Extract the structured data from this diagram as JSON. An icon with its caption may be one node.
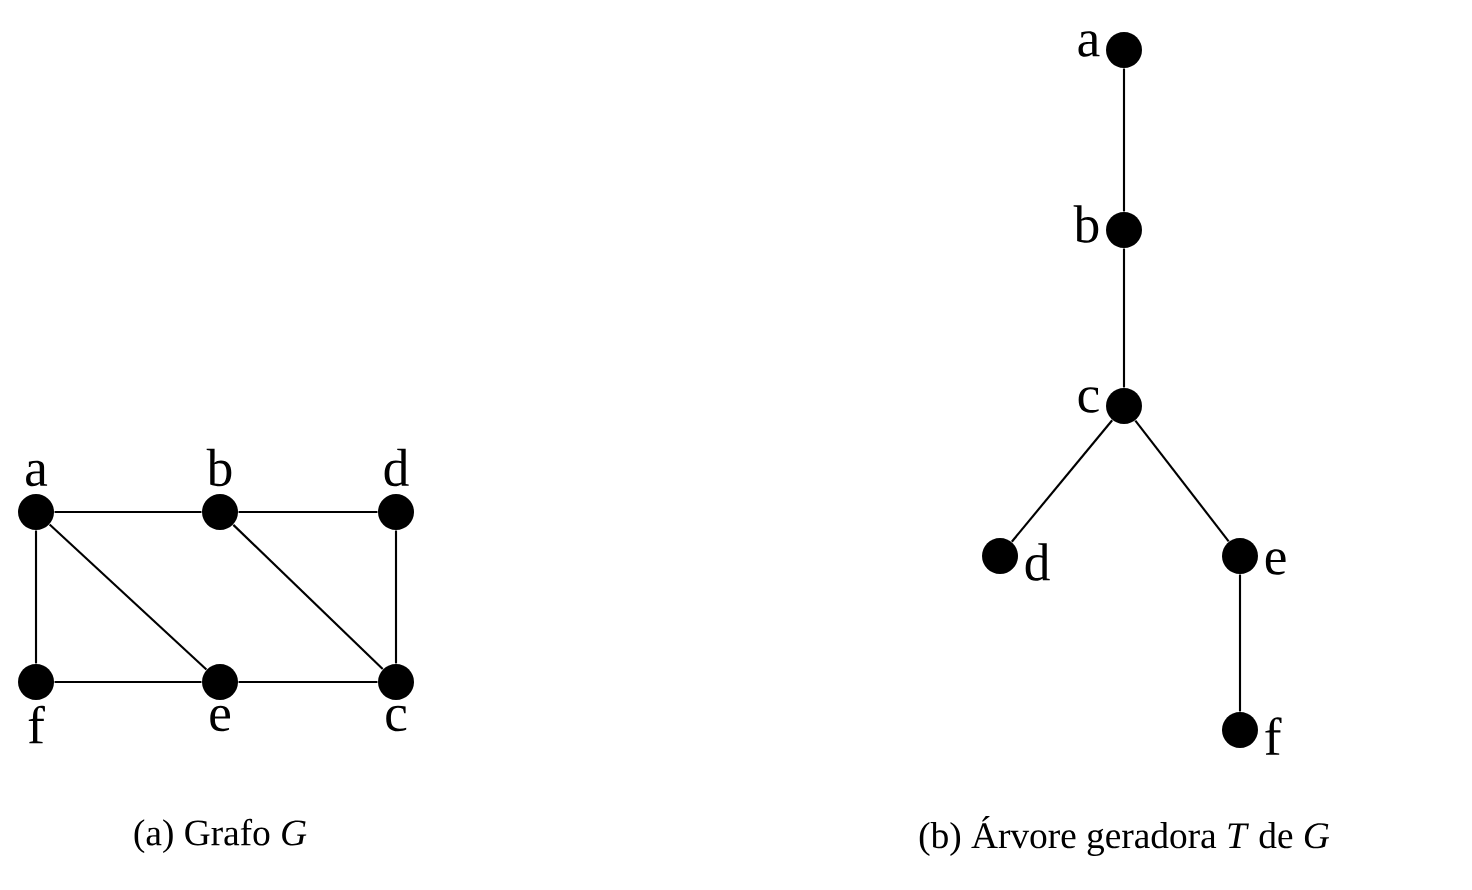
{
  "diagram": {
    "nodes": [
      {
        "text": [],
        "shape": "circle",
        "beside": [
          "a"
        ]
      },
      {
        "text": [],
        "shape": "circle",
        "beside": [
          "b"
        ]
      },
      {
        "text": [],
        "shape": "circle",
        "beside": [
          "d"
        ]
      },
      {
        "text": [],
        "shape": "circle",
        "beside": [
          "f"
        ]
      },
      {
        "text": [],
        "shape": "circle",
        "beside": [
          "e"
        ]
      },
      {
        "text": [],
        "shape": "circle",
        "beside": [
          "c"
        ]
      },
      {
        "text": [],
        "shape": "circle",
        "beside": [
          "a"
        ]
      },
      {
        "text": [],
        "shape": "circle",
        "beside": [
          "b"
        ]
      },
      {
        "text": [],
        "shape": "circle",
        "beside": [
          "c"
        ]
      },
      {
        "text": [],
        "shape": "circle",
        "beside": [
          "d"
        ]
      },
      {
        "text": [],
        "shape": "circle",
        "beside": [
          "e"
        ]
      },
      {
        "text": [],
        "shape": "circle",
        "beside": [
          "f"
        ]
      }
    ],
    "edges": [
      {
        "from": 0,
        "to": 1,
        "arrow": "none"
      },
      {
        "from": 1,
        "to": 2,
        "arrow": "none"
      },
      {
        "from": 0,
        "to": 3,
        "arrow": "none"
      },
      {
        "from": 0,
        "to": 4,
        "arrow": "none"
      },
      {
        "from": 1,
        "to": 5,
        "arrow": "none"
      },
      {
        "from": 2,
        "to": 5,
        "arrow": "none"
      },
      {
        "from": 3,
        "to": 4,
        "arrow": "none"
      },
      {
        "from": 4,
        "to": 5,
        "arrow": "none"
      },
      {
        "from": 6,
        "to": 7,
        "arrow": "none"
      },
      {
        "from": 7,
        "to": 8,
        "arrow": "none"
      },
      {
        "from": 8,
        "to": 9,
        "arrow": "none"
      },
      {
        "from": 8,
        "to": 10,
        "arrow": "none"
      },
      {
        "from": 10,
        "to": 11,
        "arrow": "none"
      }
    ],
    "labels": [
      "(a) Grafo *G*",
      "(b) Árvore geradora *T* de *G*"
    ]
  }
}
